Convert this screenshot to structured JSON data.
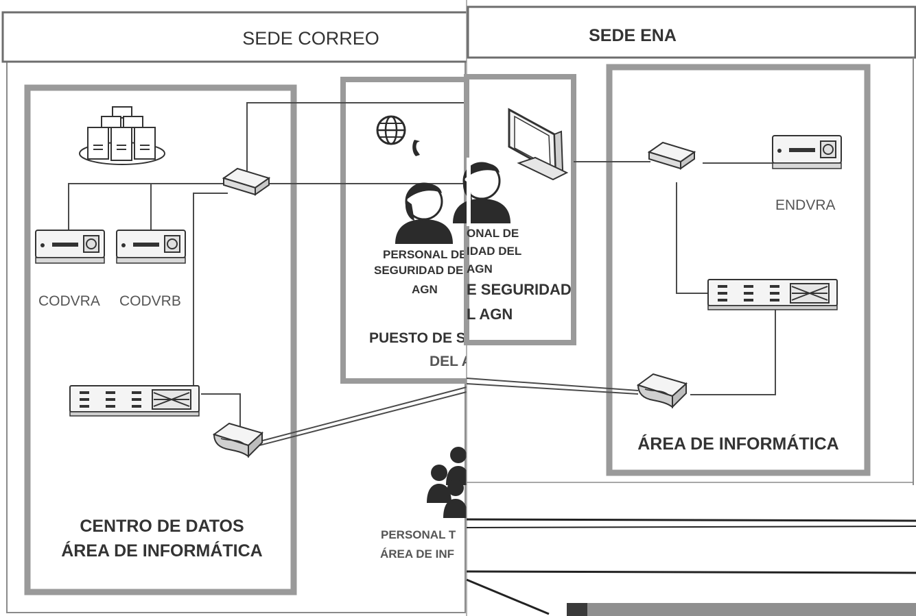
{
  "colors": {
    "frame": "#7a7a7a",
    "panel_border": "#9a9a9a",
    "panel_fill": "#ffffff",
    "text_dark": "#333333",
    "text_light": "#555555",
    "line": "#4a4a4a",
    "device_fill": "#f2f2f2",
    "person_fill": "#2b2b2b"
  },
  "left_page": {
    "header": "SEDE CORREO",
    "datacenter": {
      "line1": "CENTRO DE DATOS",
      "line2": "ÁREA DE INFORMÁTICA",
      "devices": [
        {
          "name": "server-cluster-icon"
        },
        {
          "name": "nvr-icon",
          "label": "CODVRA"
        },
        {
          "name": "nvr-icon",
          "label": "CODVRB"
        },
        {
          "name": "switch-icon"
        },
        {
          "name": "router-icon"
        },
        {
          "name": "patch-panel-icon"
        }
      ]
    },
    "security_post": {
      "person_line1": "PERSONAL DE",
      "person_line2": "SEGURIDAD DE",
      "person_line3": "AGN",
      "caption_line1": "PUESTO DE S",
      "caption_line2": "DEL A"
    },
    "tech_staff": {
      "line1": "PERSONAL T",
      "line2": "ÁREA DE INF"
    }
  },
  "right_page": {
    "header": "SEDE ENA",
    "security_post": {
      "person_line1": "ONAL DE",
      "person_line2": "IDAD DEL",
      "person_line3": "AGN",
      "caption_line1": "E SEGURIDAD",
      "caption_line2": "L AGN"
    },
    "informatica": {
      "title": "ÁREA DE INFORMÁTICA",
      "devices": [
        {
          "name": "monitor-icon"
        },
        {
          "name": "switch-icon"
        },
        {
          "name": "nvr-icon",
          "label": "ENDVRA"
        },
        {
          "name": "patch-panel-icon"
        },
        {
          "name": "router-icon"
        }
      ]
    }
  }
}
